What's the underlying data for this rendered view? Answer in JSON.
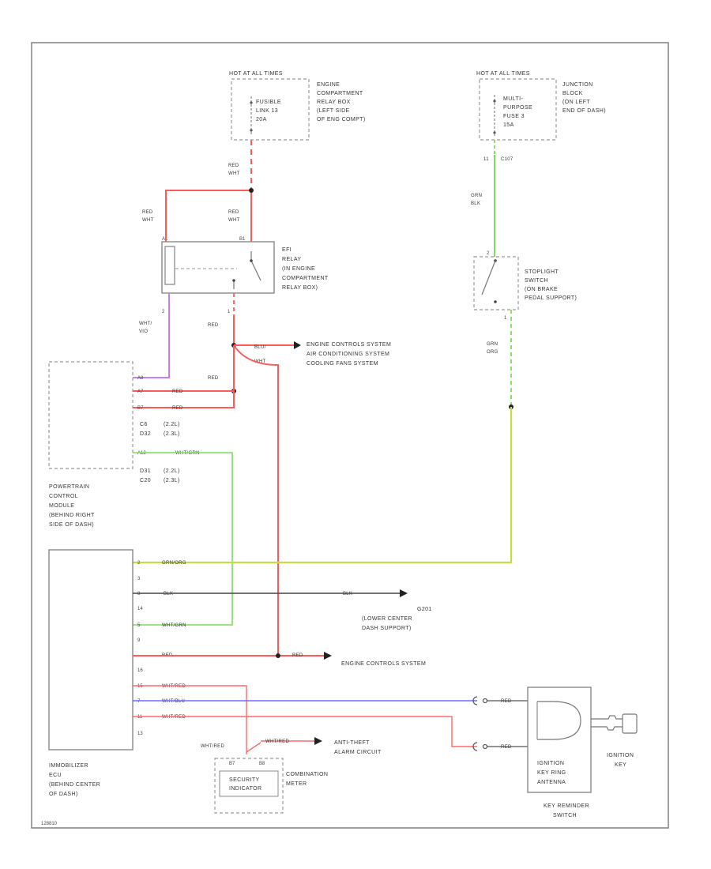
{
  "colors": {
    "red": "#ff4a4a",
    "green": "#7ddc5a",
    "green_yellow": "#c5dc4a",
    "violet": "#c080ff",
    "blue": "#6a6aff",
    "black": "#333333",
    "outline": "#888888"
  },
  "fuse_box_1": {
    "header": "HOT AT ALL TIMES",
    "fuse": [
      "FUSIBLE",
      "LINK 13",
      "20A"
    ],
    "location": [
      "ENGINE",
      "COMPARTMENT",
      "RELAY BOX",
      "(LEFT SIDE",
      "OF ENG COMPT)"
    ]
  },
  "fuse_box_2": {
    "header": "HOT AT ALL TIMES",
    "fuse": [
      "MULTI-",
      "PURPOSE",
      "FUSE 3",
      "15A"
    ],
    "location": [
      "JUNCTION",
      "BLOCK",
      "(ON LEFT",
      "END OF DASH)"
    ]
  },
  "wires": {
    "red_wht_top": [
      "RED",
      "WHT"
    ],
    "red_wht_left": [
      "RED",
      "WHT"
    ],
    "red_wht_mid": [
      "RED",
      "WHT"
    ],
    "grn_blk": [
      "GRN",
      "BLK"
    ],
    "c107_pin": "11",
    "c107": "C107",
    "wht_vio": [
      "WHT/",
      "VIO"
    ],
    "red_1": "RED",
    "red_2": "RED",
    "grn_org": [
      "GRN",
      "ORG"
    ],
    "blu_wht": [
      "BLU/",
      "WHT"
    ]
  },
  "relay": {
    "pin_left_top": "A1",
    "pin_right_top": "B1",
    "pin_left_bottom": "2",
    "pin_right_bottom": "1",
    "label": [
      "EFI",
      "RELAY",
      "(IN ENGINE",
      "COMPARTMENT",
      "RELAY BOX)"
    ]
  },
  "stoplight": {
    "pin_top": "2",
    "pin_bottom": "1",
    "label": [
      "STOPLIGHT",
      "SWITCH",
      "(ON BRAKE",
      "PEDAL SUPPORT)"
    ]
  },
  "engine_control_1": [
    "ENGINE CONTROLS SYSTEM",
    "AIR CONDITIONING SYSTEM",
    "COOLING FANS SYSTEM"
  ],
  "pcm": {
    "pins": [
      {
        "pin": "A8",
        "wire": ""
      },
      {
        "pin": "A7",
        "wire": "RED"
      },
      {
        "pin": "B7",
        "wire": "RED"
      },
      {
        "pin": "C6",
        "wire": "(2.2L)"
      },
      {
        "pin": "D32",
        "wire": "(2.3L)"
      },
      {
        "pin": "A12",
        "wire": "WHT/GRN"
      },
      {
        "pin": "D31",
        "wire": "(2.2L)"
      },
      {
        "pin": "C20",
        "wire": "(2.3L)"
      }
    ],
    "label": [
      "POWERTRAIN",
      "CONTROL",
      "MODULE",
      "(BEHIND RIGHT",
      "SIDE OF DASH)"
    ]
  },
  "immobilizer": {
    "pins": [
      {
        "pin": "2",
        "wire": "GRN/ORG"
      },
      {
        "pin": "3",
        "wire": ""
      },
      {
        "pin": "8",
        "wire": "BLK"
      },
      {
        "pin": "14",
        "wire": ""
      },
      {
        "pin": "5",
        "wire": "WHT/GRN"
      },
      {
        "pin": "9",
        "wire": "RED"
      },
      {
        "pin": "16",
        "wire": ""
      },
      {
        "pin": "15",
        "wire": "WHT/RED"
      },
      {
        "pin": "7",
        "wire": "WHT/BLU"
      },
      {
        "pin": "11",
        "wire": "WHT/RED"
      },
      {
        "pin": "13",
        "wire": ""
      }
    ],
    "label": [
      "IMMOBILIZER",
      "ECU",
      "(BEHIND CENTER",
      "OF DASH)"
    ]
  },
  "ground": {
    "wire": "BLK",
    "id": "G201",
    "location": [
      "(LOWER CENTER",
      "DASH SUPPORT)"
    ]
  },
  "engine_control_2": {
    "wire": "RED",
    "label": "ENGINE CONTROLS SYSTEM"
  },
  "anti_theft": {
    "wire_in": "WHT/RED",
    "wire_out": "WHT/RED",
    "label": [
      "ANTI-THEFT",
      "ALARM CIRCUIT"
    ]
  },
  "combination_meter": {
    "pin_left": "B7",
    "pin_right": "B8",
    "indicator": [
      "SECURITY",
      "INDICATOR"
    ],
    "label": [
      "COMBINATION",
      "METER"
    ]
  },
  "key_switch": {
    "wire_top": "RED",
    "wire_bottom": "RED",
    "antenna": [
      "IGNITION",
      "KEY RING",
      "ANTENNA"
    ],
    "label": [
      "KEY REMINDER",
      "SWITCH"
    ]
  },
  "ignition_key": [
    "IGNITION",
    "KEY"
  ],
  "footer_id": "128810"
}
